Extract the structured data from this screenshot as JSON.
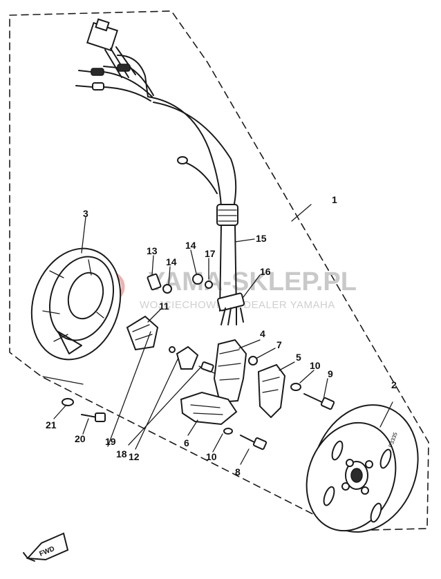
{
  "watermark": {
    "title": "YAMA-SKLEP.PL",
    "subtitle": "WOJCIECHOWICZ | DEALER YAMAHA",
    "logo_color": "#e07070",
    "text_color": "#c9c9c9"
  },
  "direction_label": "FWD",
  "rotor_marking": "F3335",
  "callouts": [
    {
      "id": "c1",
      "text": "1"
    },
    {
      "id": "c2",
      "text": "2"
    },
    {
      "id": "c3",
      "text": "3"
    },
    {
      "id": "c4",
      "text": "4"
    },
    {
      "id": "c5",
      "text": "5"
    },
    {
      "id": "c6",
      "text": "6"
    },
    {
      "id": "c7",
      "text": "7"
    },
    {
      "id": "c8",
      "text": "8"
    },
    {
      "id": "c9",
      "text": "9"
    },
    {
      "id": "c10a",
      "text": "10"
    },
    {
      "id": "c10b",
      "text": "10"
    },
    {
      "id": "c11",
      "text": "11"
    },
    {
      "id": "c12",
      "text": "12"
    },
    {
      "id": "c13",
      "text": "13"
    },
    {
      "id": "c14a",
      "text": "14"
    },
    {
      "id": "c14b",
      "text": "14"
    },
    {
      "id": "c15",
      "text": "15"
    },
    {
      "id": "c16",
      "text": "16"
    },
    {
      "id": "c17",
      "text": "17"
    },
    {
      "id": "c18",
      "text": "18"
    },
    {
      "id": "c19",
      "text": "19"
    },
    {
      "id": "c20",
      "text": "20"
    },
    {
      "id": "c21",
      "text": "21"
    }
  ]
}
